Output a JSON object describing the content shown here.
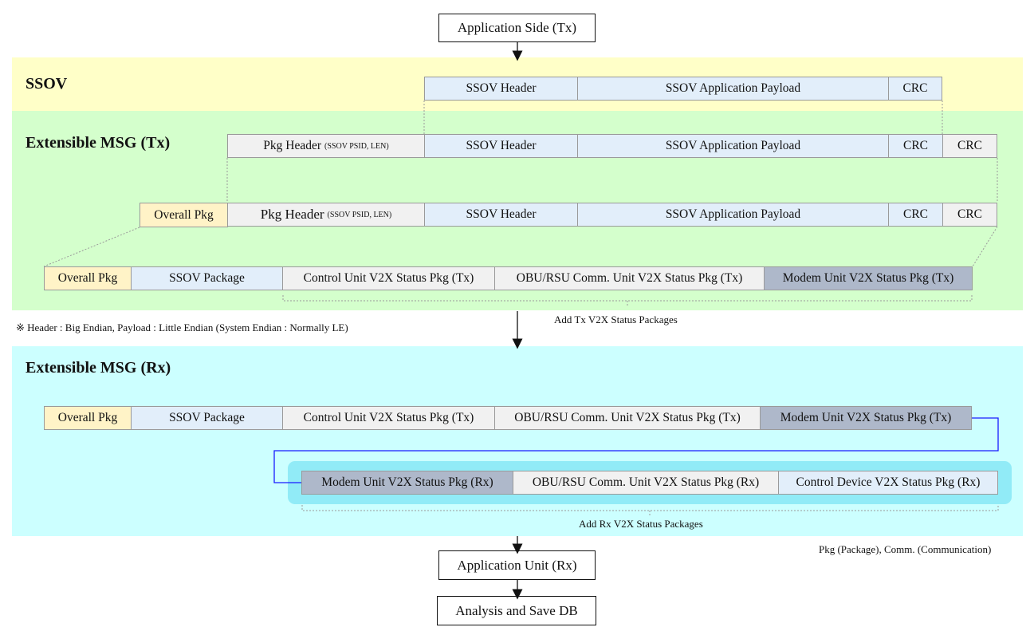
{
  "top": {
    "app_side_tx": "Application Side (Tx)"
  },
  "ssov": {
    "title": "SSOV",
    "header": "SSOV Header",
    "payload": "SSOV Application Payload",
    "crc": "CRC"
  },
  "ext_tx": {
    "title": "Extensible MSG (Tx)",
    "row1": {
      "pkg_header": "Pkg Header",
      "pkg_header_small": "(SSOV PSID, LEN)",
      "header": "SSOV Header",
      "payload": "SSOV Application Payload",
      "crc1": "CRC",
      "crc2": "CRC"
    },
    "row2": {
      "overall": "Overall Pkg",
      "pkg_header": "Pkg Header",
      "pkg_header_small": "(SSOV PSID, LEN)",
      "header": "SSOV Header",
      "payload": "SSOV Application Payload",
      "crc1": "CRC",
      "crc2": "CRC"
    },
    "row3": {
      "overall": "Overall Pkg",
      "ssov_package": "SSOV Package",
      "control": "Control Unit  V2X Status Pkg (Tx)",
      "obu": "OBU/RSU Comm. Unit V2X Status Pkg (Tx)",
      "modem": "Modem Unit V2X Status Pkg (Tx)"
    },
    "add_note": "Add Tx V2X Status Packages"
  },
  "endian_note": "※ Header : Big Endian, Payload : Little Endian  (System Endian : Normally LE)",
  "ext_rx": {
    "title": "Extensible MSG (Rx)",
    "row1": {
      "overall": "Overall Pkg",
      "ssov_package": "SSOV Package",
      "control": "Control  Unit  V2X Status Pkg (Tx)",
      "obu": "OBU/RSU Comm. Unit V2X Status Pkg (Tx)",
      "modem": "Modem Unit  V2X Status Pkg (Tx)"
    },
    "row2": {
      "modem": "Modem Unit V2X Status Pkg (Rx)",
      "obu": "OBU/RSU Comm. Unit V2X Status Pkg (Rx)",
      "control": "Control Device V2X Status Pkg (Rx)"
    },
    "add_note": "Add Rx V2X Status Packages"
  },
  "abbrev_note": "Pkg (Package), Comm. (Communication)",
  "bottom": {
    "app_unit_rx": "Application Unit (Rx)",
    "analysis": "Analysis and Save DB"
  },
  "colors": {
    "ssov_band": "#ffffc8",
    "tx_band": "#d4ffcc",
    "rx_band": "#ccffff",
    "header_cell": "#e2eefa",
    "overall_cell": "#fff3c7",
    "modem_cell": "#aeb8ca",
    "link_line": "#1a1aff"
  }
}
